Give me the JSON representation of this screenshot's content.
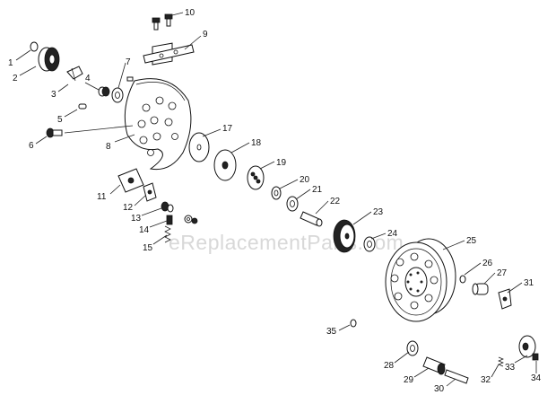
{
  "watermark": "eReplacementParts.com",
  "labels": [
    {
      "id": "1",
      "text": "1"
    },
    {
      "id": "2",
      "text": "2"
    },
    {
      "id": "3",
      "text": "3"
    },
    {
      "id": "4",
      "text": "4"
    },
    {
      "id": "5",
      "text": "5"
    },
    {
      "id": "6",
      "text": "6"
    },
    {
      "id": "7",
      "text": "7"
    },
    {
      "id": "8",
      "text": "8"
    },
    {
      "id": "9",
      "text": "9"
    },
    {
      "id": "10",
      "text": "10"
    },
    {
      "id": "11",
      "text": "11"
    },
    {
      "id": "12",
      "text": "12"
    },
    {
      "id": "13",
      "text": "13"
    },
    {
      "id": "14",
      "text": "14"
    },
    {
      "id": "15",
      "text": "15"
    },
    {
      "id": "17",
      "text": "17"
    },
    {
      "id": "18",
      "text": "18"
    },
    {
      "id": "19",
      "text": "19"
    },
    {
      "id": "20",
      "text": "20"
    },
    {
      "id": "21",
      "text": "21"
    },
    {
      "id": "22",
      "text": "22"
    },
    {
      "id": "23",
      "text": "23"
    },
    {
      "id": "24",
      "text": "24"
    },
    {
      "id": "25",
      "text": "25"
    },
    {
      "id": "26",
      "text": "26"
    },
    {
      "id": "27",
      "text": "27"
    },
    {
      "id": "28",
      "text": "28"
    },
    {
      "id": "29",
      "text": "29"
    },
    {
      "id": "30",
      "text": "30"
    },
    {
      "id": "31",
      "text": "31"
    },
    {
      "id": "32",
      "text": "32"
    },
    {
      "id": "33",
      "text": "33"
    },
    {
      "id": "34",
      "text": "34"
    },
    {
      "id": "35",
      "text": "35"
    }
  ]
}
